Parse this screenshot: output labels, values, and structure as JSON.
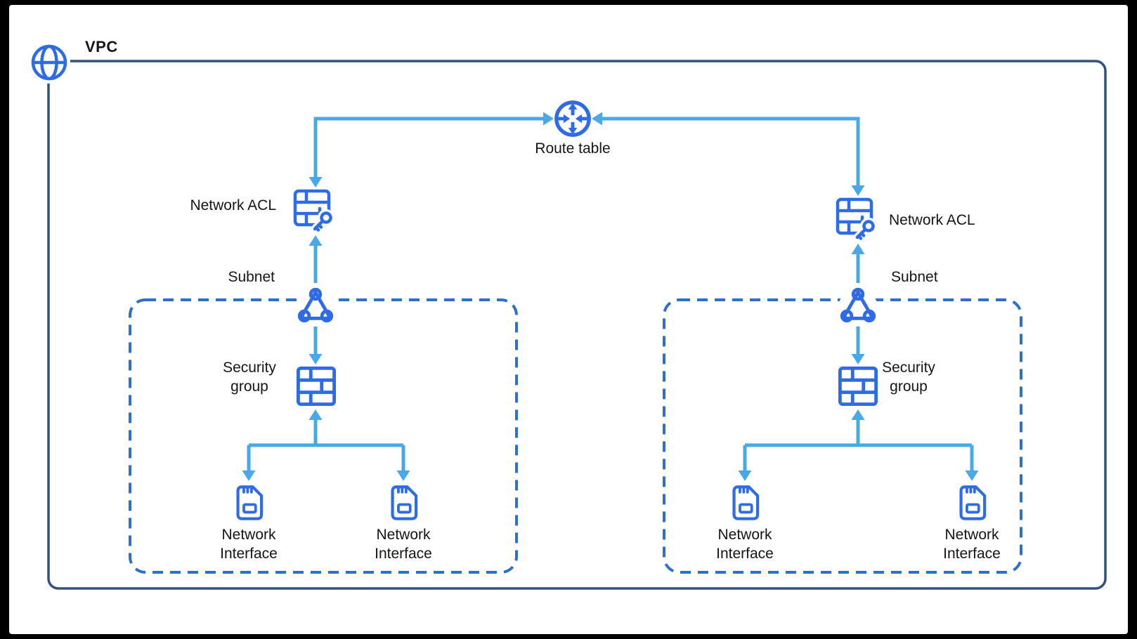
{
  "colors": {
    "frame": "#000000",
    "canvas": "#ffffff",
    "icon_blue": "#2e6be6",
    "arrow_blue": "#49a9e8",
    "vpc_border": "#33517e",
    "subnet_border": "#2e6fc9",
    "text": "#151515"
  },
  "vpc": {
    "label": "VPC",
    "icon": "globe-icon"
  },
  "route_table": {
    "label": "Route table",
    "icon": "router-icon"
  },
  "left": {
    "acl": {
      "label": "Network ACL",
      "icon": "firewall-key-icon"
    },
    "subnet": {
      "label": "Subnet",
      "icon": "subnet-nodes-icon"
    },
    "security_group": {
      "label": "Security group",
      "icon": "firewall-icon"
    },
    "interfaces": [
      {
        "label": "Network Interface",
        "icon": "network-card-icon"
      },
      {
        "label": "Network Interface",
        "icon": "network-card-icon"
      }
    ]
  },
  "right": {
    "acl": {
      "label": "Network ACL",
      "icon": "firewall-key-icon"
    },
    "subnet": {
      "label": "Subnet",
      "icon": "subnet-nodes-icon"
    },
    "security_group": {
      "label": "Security group",
      "icon": "firewall-icon"
    },
    "interfaces": [
      {
        "label": "Network Interface",
        "icon": "network-card-icon"
      },
      {
        "label": "Network Interface",
        "icon": "network-card-icon"
      }
    ]
  }
}
